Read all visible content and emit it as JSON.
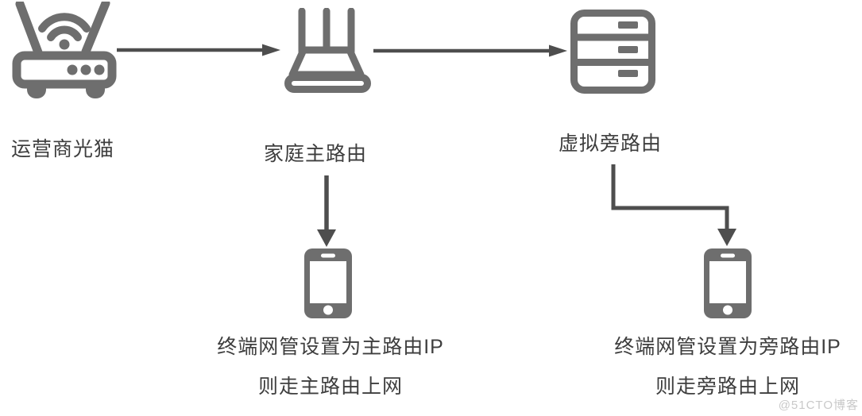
{
  "colors": {
    "bg": "#ffffff",
    "icon": "#6e6e6e",
    "arrow": "#4e4e4e",
    "text": "#3e3e3e",
    "watermark": "#c9c9c9"
  },
  "diagram": {
    "modem": {
      "label": "运营商光猫",
      "icon": "modem-with-antennas-icon"
    },
    "main_router": {
      "label": "家庭主路由",
      "icon": "wifi-router-icon"
    },
    "side_router": {
      "label": "虚拟旁路由",
      "icon": "server-icon"
    },
    "phone_main": {
      "icon": "smartphone-icon",
      "caption_line1": "终端网管设置为主路由IP",
      "caption_line2": "则走主路由上网"
    },
    "phone_side": {
      "icon": "smartphone-icon",
      "caption_line1": "终端网管设置为旁路由IP",
      "caption_line2": "则走旁路由上网"
    },
    "connections": [
      {
        "from": "运营商光猫",
        "to": "家庭主路由",
        "style": "straight-arrow-right"
      },
      {
        "from": "家庭主路由",
        "to": "虚拟旁路由",
        "style": "straight-arrow-right"
      },
      {
        "from": "家庭主路由",
        "to": "终端(主)",
        "style": "straight-arrow-down"
      },
      {
        "from": "虚拟旁路由",
        "to": "终端(旁)",
        "style": "elbow-arrow-down"
      }
    ]
  },
  "watermark": {
    "text": "@51CTO博客"
  }
}
